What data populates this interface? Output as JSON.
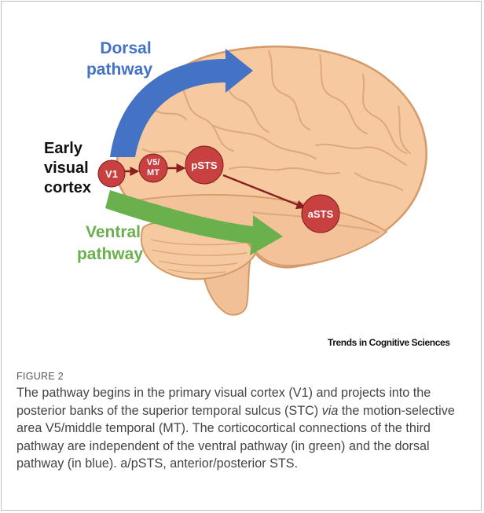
{
  "figure": {
    "labels": {
      "dorsal_line1": "Dorsal",
      "dorsal_line2": "pathway",
      "early_line1": "Early",
      "early_line2": "visual",
      "early_line3": "cortex",
      "ventral_line1": "Ventral",
      "ventral_line2": "pathway",
      "v1": "V1",
      "v5_line1": "V5/",
      "v5_line2": "MT",
      "psts": "pSTS",
      "asts": "aSTS"
    },
    "source": "Trends in Cognitive Sciences",
    "colors": {
      "dorsal": "#4472c4",
      "ventral": "#6ab04c",
      "node": "#c94040",
      "brain": "#f6c9a0"
    }
  },
  "caption": {
    "figure_label": "FIGURE 2",
    "text_before_italic": "The pathway begins in the primary visual cortex (V1) and projects into the posterior banks of the superior temporal sulcus (STC) ",
    "italic": "via",
    "text_after_italic": " the motion-selective area V5/middle temporal (MT). The corticocortical connections of the third pathway are independent of the ventral pathway (in green) and the dorsal pathway (in blue). a/pSTS, anterior/posterior STS."
  }
}
